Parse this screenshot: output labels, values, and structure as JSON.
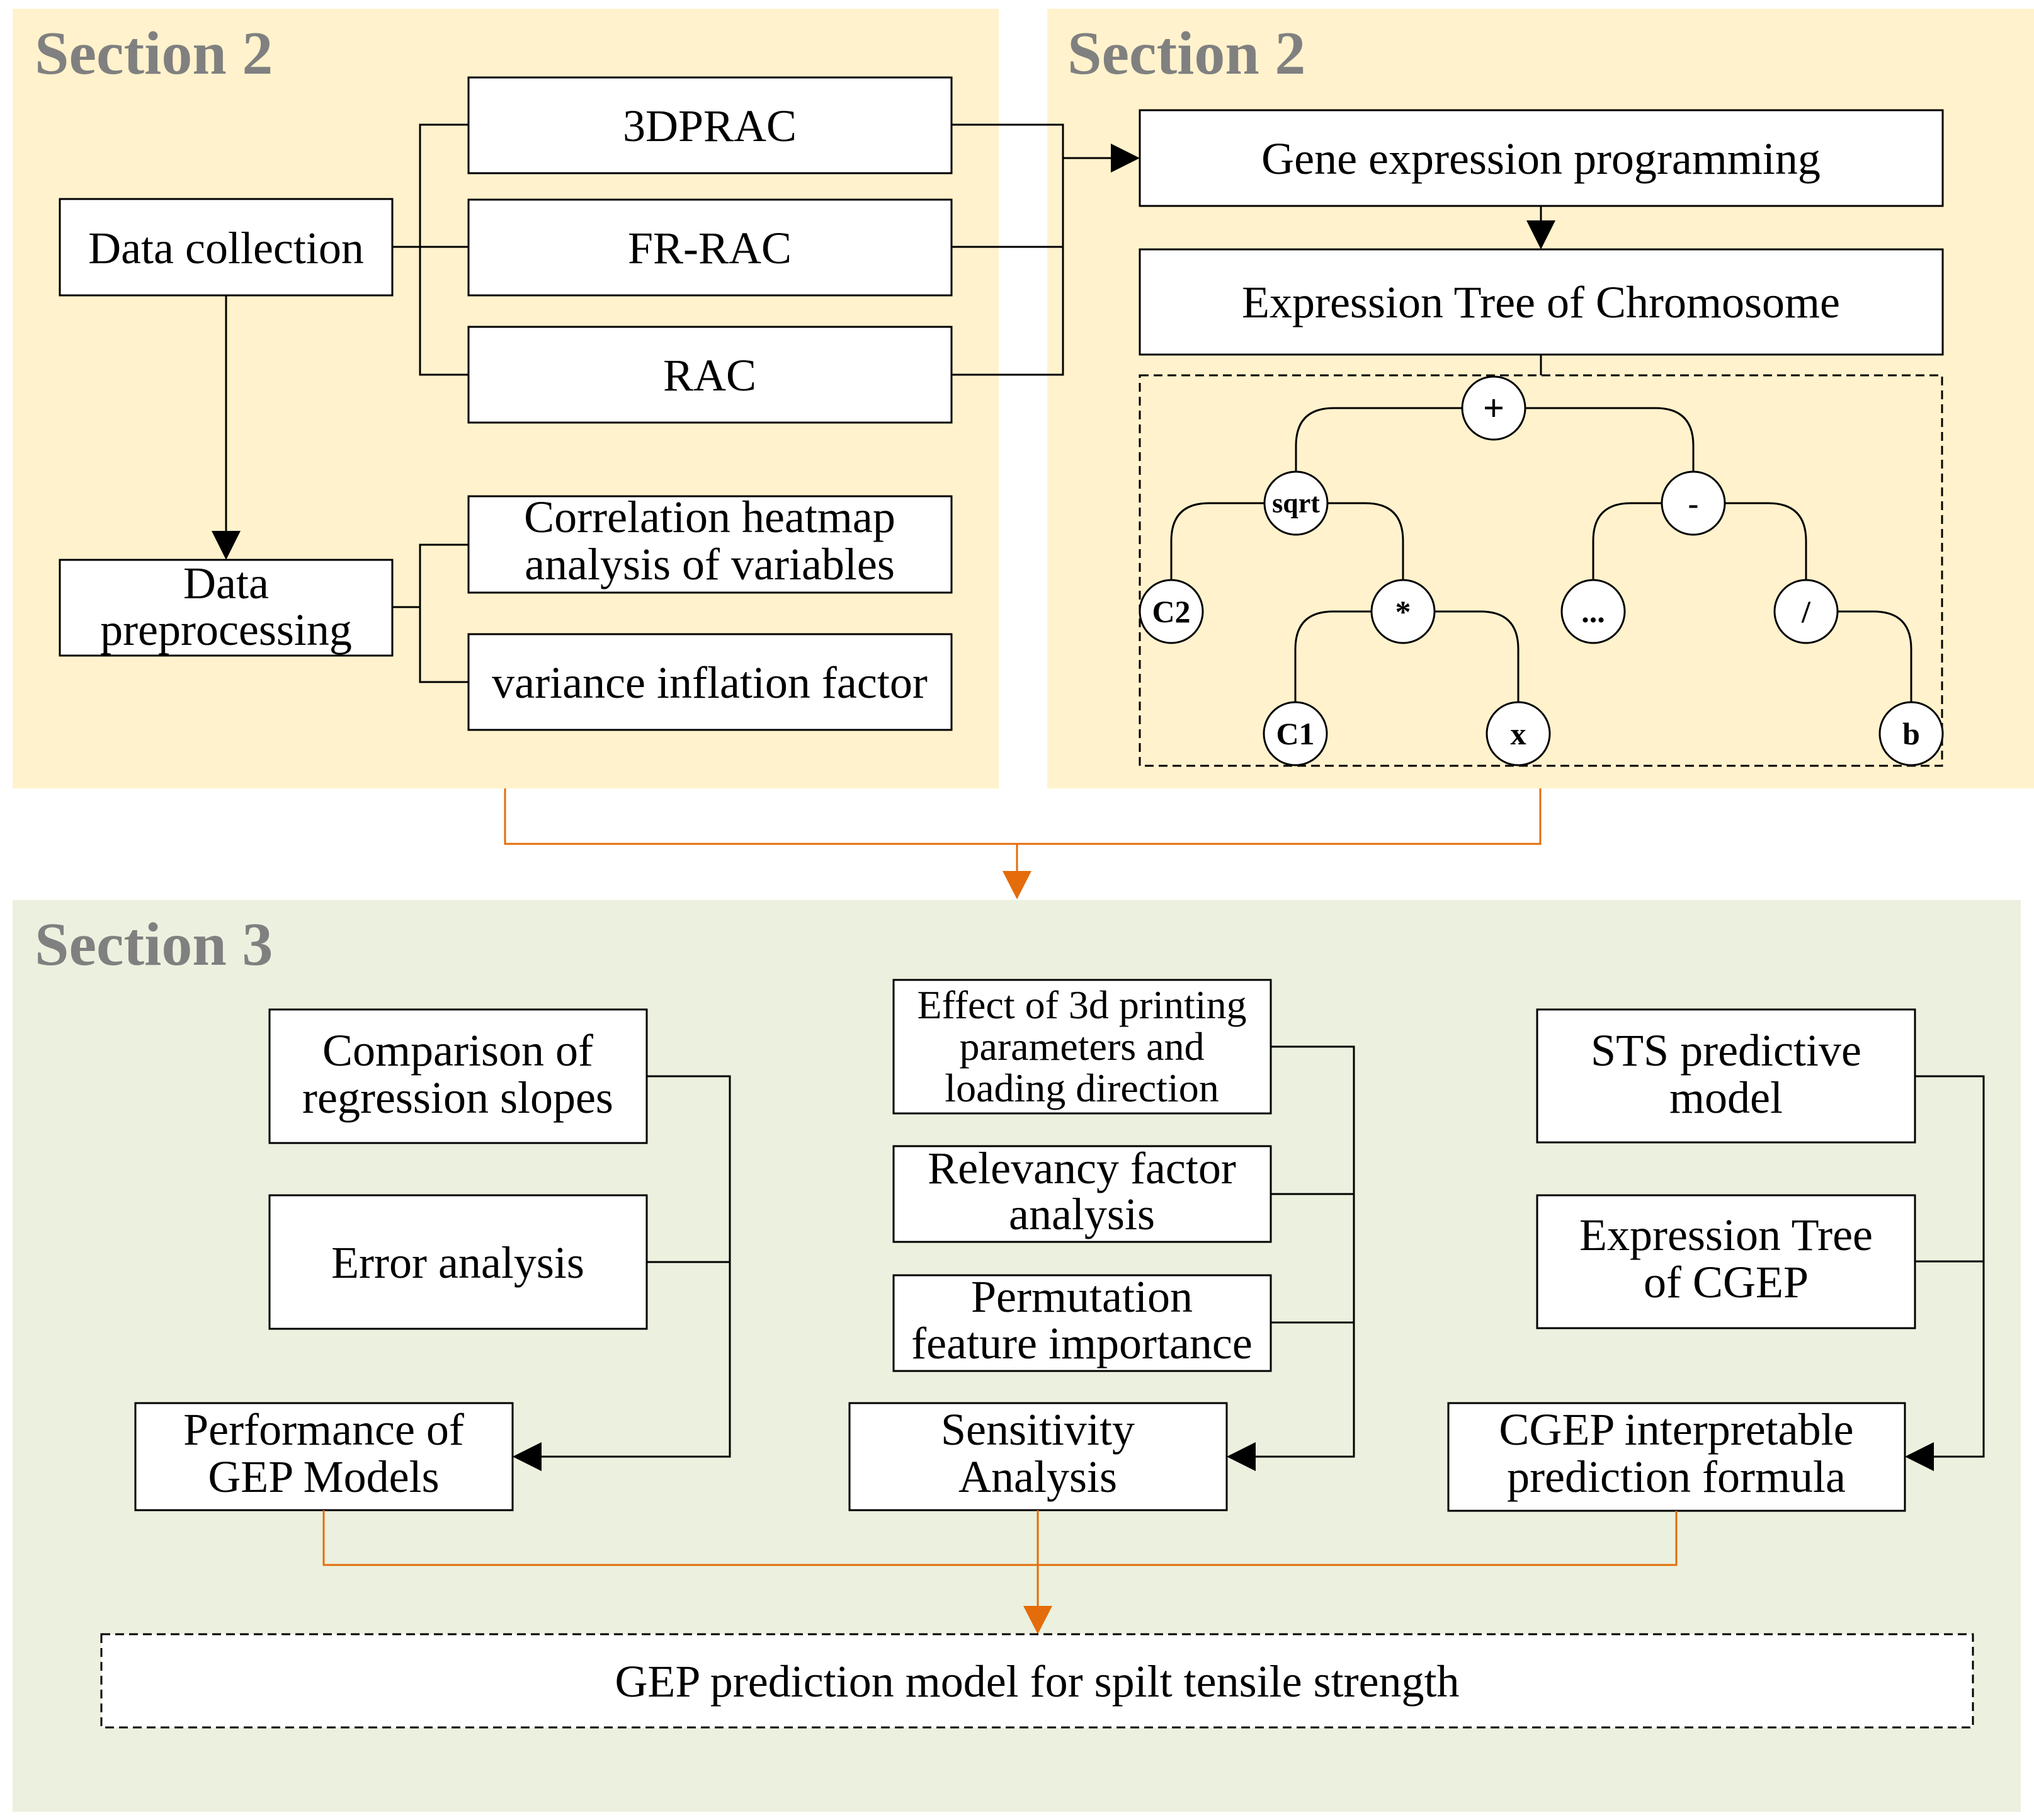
{
  "colors": {
    "section2_background": "#FFF2CC",
    "section3_background": "#EBF1DE",
    "section_title": "#808080",
    "orange_connector": "#E46C0A",
    "box_border": "#000000"
  },
  "section2_left": {
    "title": "Section 2",
    "data_collection": "Data collection",
    "data_types": [
      "3DPRAC",
      "FR-RAC",
      "RAC"
    ],
    "data_preprocessing": [
      "Data",
      "preprocessing"
    ],
    "preprocessing_methods": {
      "correlation": [
        "Correlation heatmap",
        "analysis of variables"
      ],
      "vif": "variance inflation factor"
    }
  },
  "section2_right": {
    "title": "Section 2",
    "gep": "Gene expression programming",
    "expression_tree": "Expression Tree of Chromosome",
    "tree_nodes": {
      "root": "+",
      "sqrt": "sqrt",
      "minus": "-",
      "c2": "C2",
      "mult": "*",
      "ellipsis": "...",
      "div": "/",
      "c1": "C1",
      "x": "x",
      "b": "b"
    }
  },
  "section3": {
    "title": "Section 3",
    "left_group": {
      "comparison": [
        "Comparison of",
        "regression slopes"
      ],
      "error": "Error analysis",
      "performance": [
        "Performance of",
        "GEP Models"
      ]
    },
    "middle_group": {
      "effect": [
        "Effect of 3d printing",
        "parameters and",
        "loading direction"
      ],
      "relevancy": [
        "Relevancy factor",
        "analysis"
      ],
      "permutation": [
        "Permutation",
        "feature importance"
      ],
      "sensitivity": [
        "Sensitivity",
        "Analysis"
      ]
    },
    "right_group": {
      "sts": [
        "STS predictive",
        "model"
      ],
      "et_cgep": [
        "Expression Tree",
        "of CGEP"
      ],
      "formula": [
        "CGEP interpretable",
        "prediction formula"
      ]
    },
    "final_output": "GEP prediction model for spilt tensile strength"
  }
}
